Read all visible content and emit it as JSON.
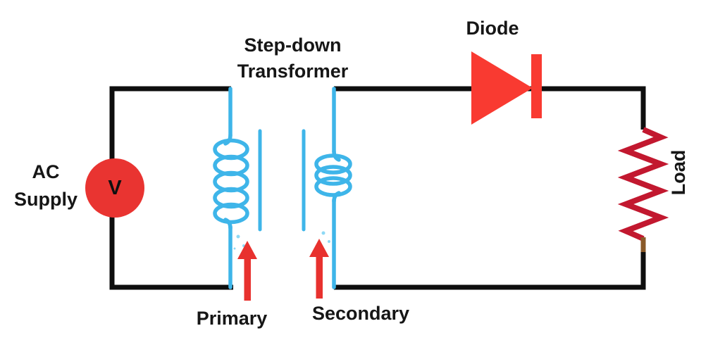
{
  "diagram": {
    "title": {
      "line1": "Step-down",
      "line2": "Transformer"
    },
    "ac_supply": {
      "line1": "AC",
      "line2": "Supply",
      "meter_symbol": "V"
    },
    "diode_label": "Diode",
    "primary_label": "Primary",
    "secondary_label": "Secondary",
    "load_label": "Load",
    "colors": {
      "background": "#ffffff",
      "wire": "#0e0e0e",
      "coil_blue": "#3eb5e9",
      "speck_blue": "#8ed9f5",
      "supply_red": "#e93431",
      "diode_red": "#f93a31",
      "arrow_red": "#e8312e",
      "load_red": "#c2182f",
      "terminal_brown": "#8a5a28",
      "text": "#161616"
    }
  }
}
